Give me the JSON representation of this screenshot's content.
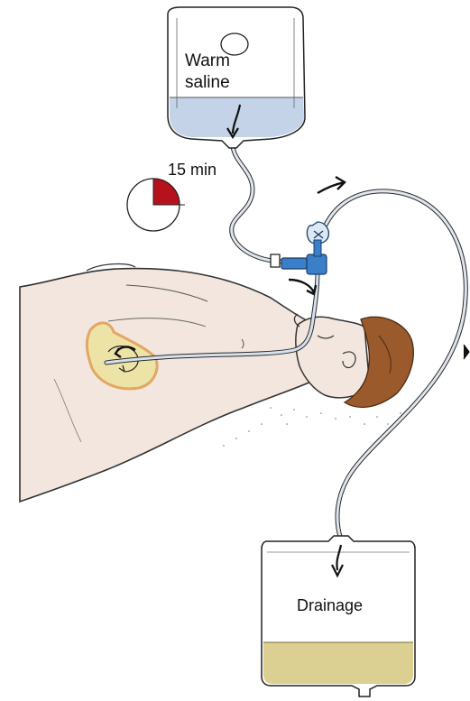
{
  "labels": {
    "bag_line1": "Warm",
    "bag_line2": "saline",
    "timer": "15 min",
    "drainage": "Drainage"
  },
  "timer": {
    "minutes": 15,
    "fraction_filled": 0.25
  },
  "colors": {
    "saline": "#c4d3e8",
    "drainage": "#dccf92",
    "timer_fill": "#b5121b",
    "skin": "#f2e6de",
    "hair": "#9a5a2c",
    "stomach": "#ede3a7",
    "stomach_edge": "#e4a664",
    "stopcock": "#3a7fc8"
  },
  "icons": [
    "down-arrow-icon",
    "curved-arrow-icon",
    "timer-icon",
    "stopcock-icon"
  ]
}
